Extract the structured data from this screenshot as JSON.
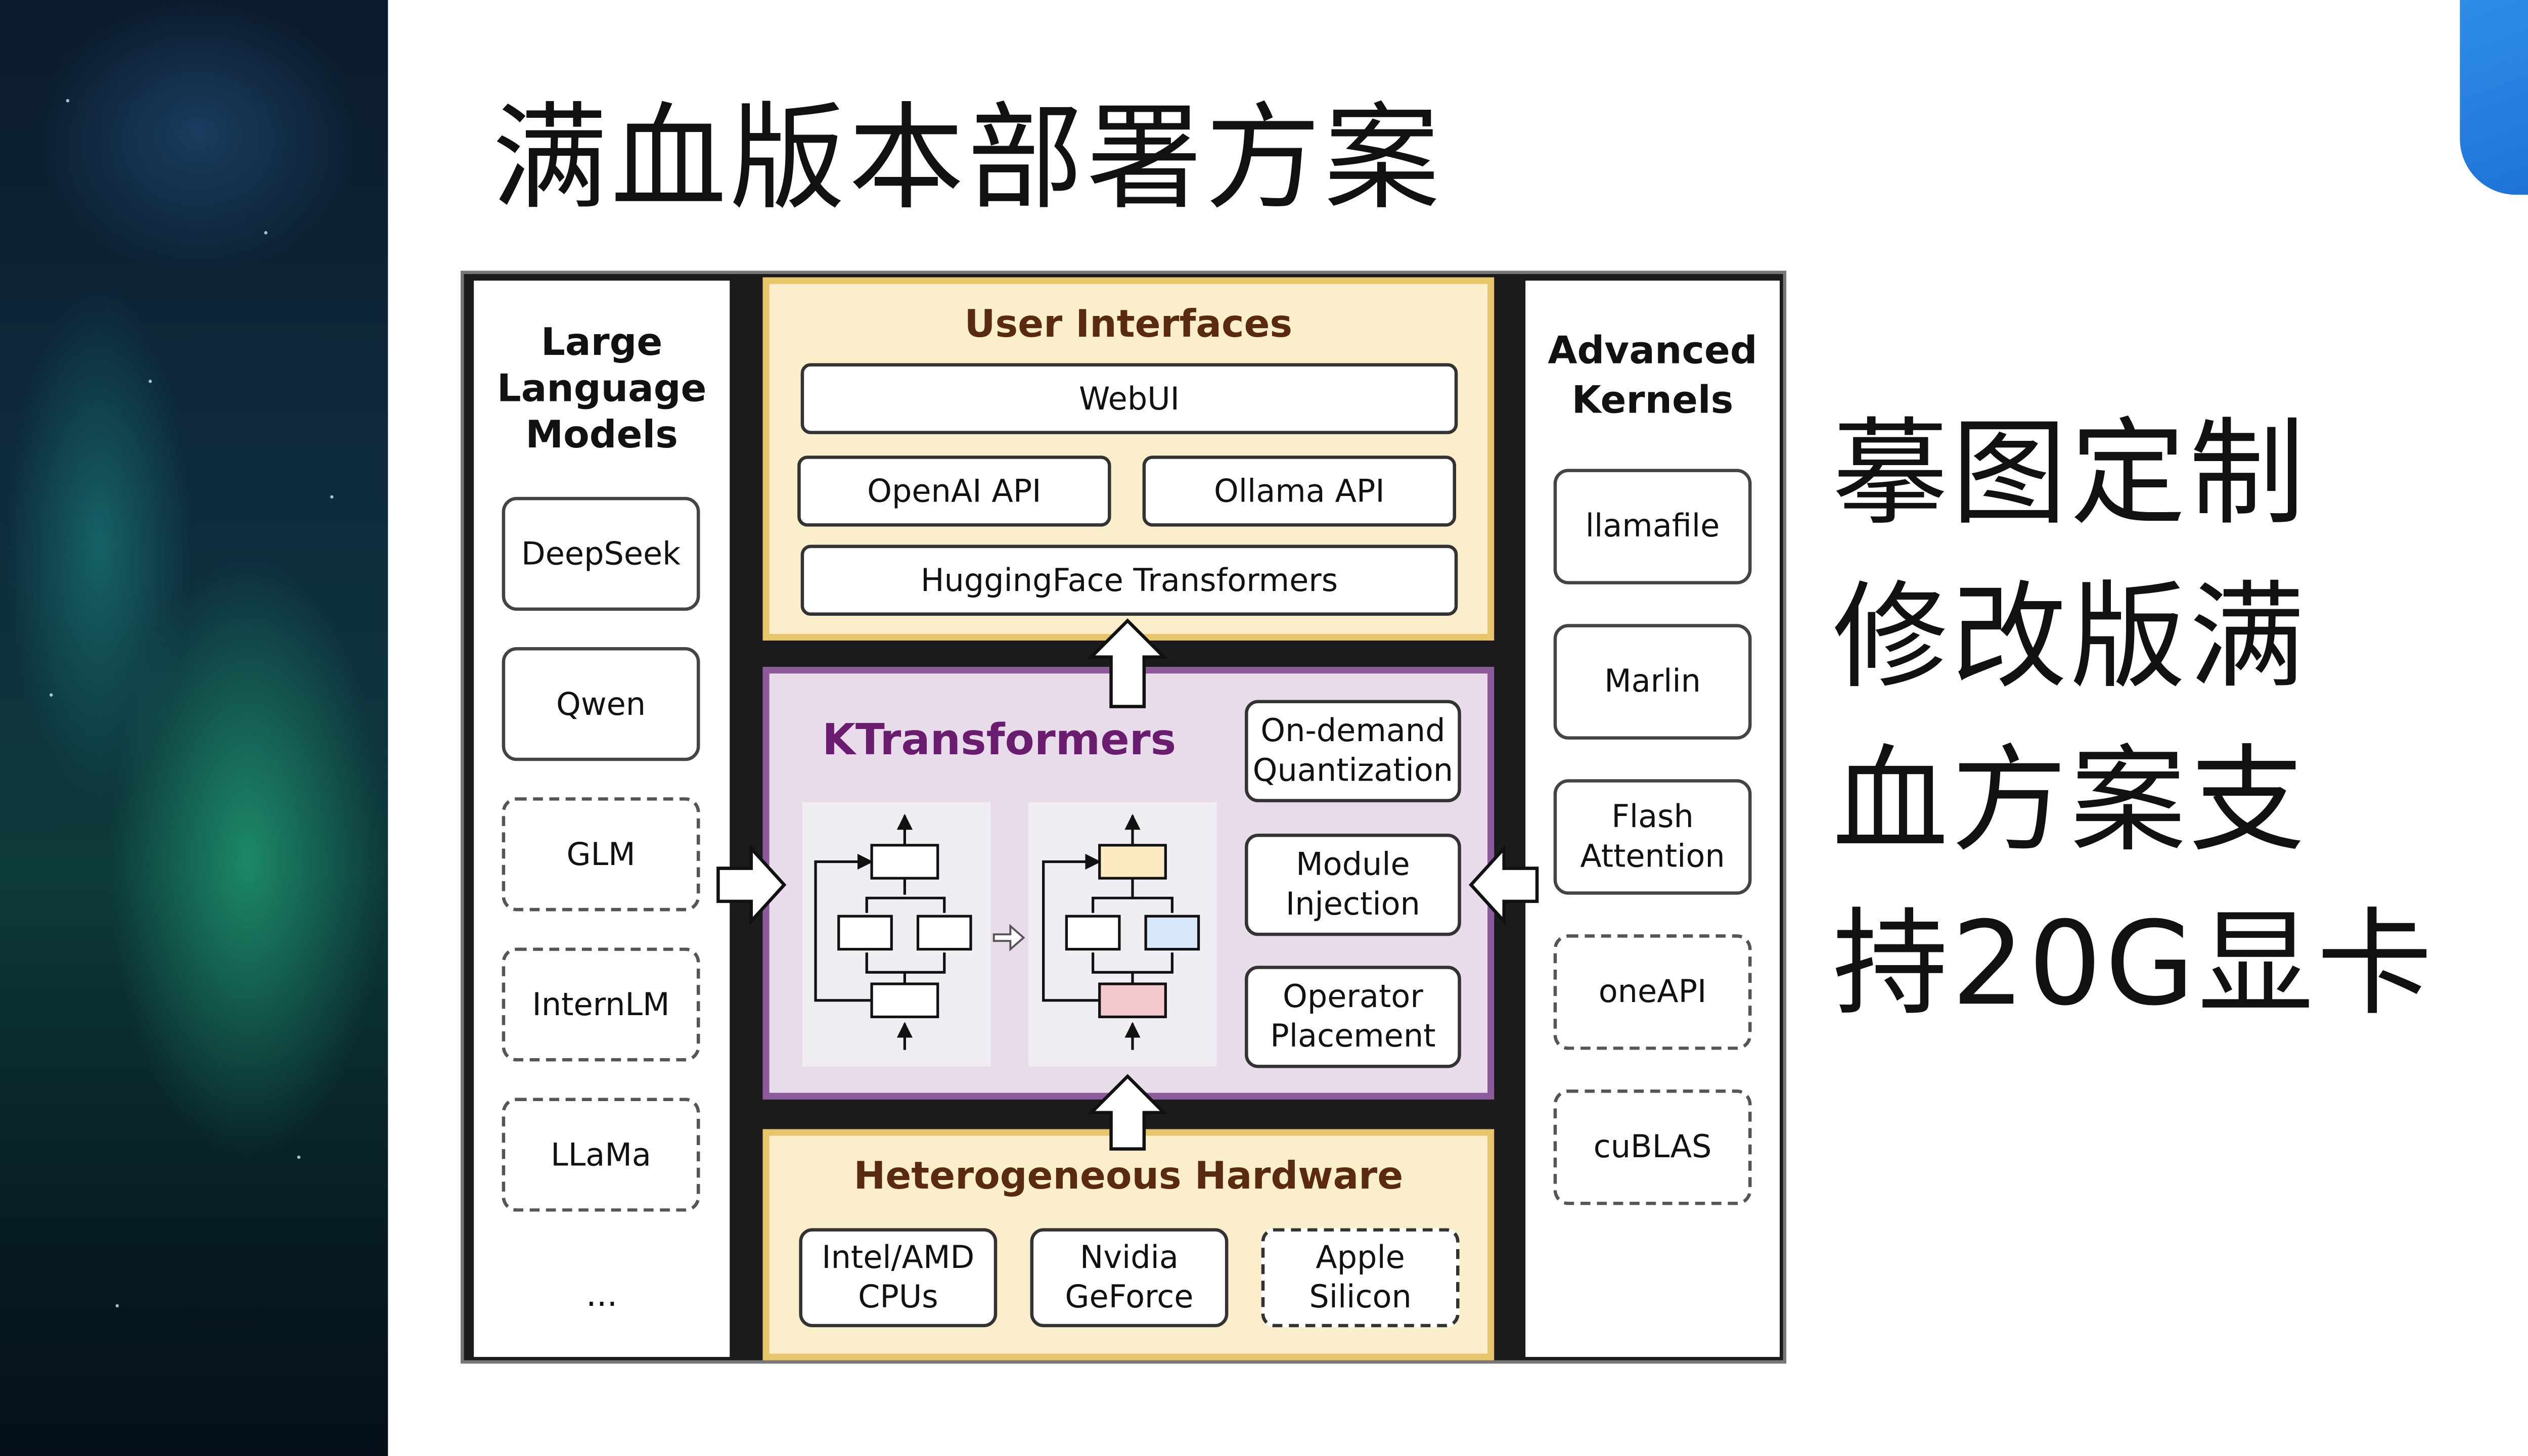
{
  "title": "满血版本部署方案",
  "side_text": "摹图定制\n修改版满\n血方案支\n持20G显卡",
  "colors": {
    "accent_blue": "#1d6fd6",
    "ui_panel_fill": "#fbefcb",
    "ui_panel_border": "#e7c56a",
    "kt_panel_fill": "#e8dceb",
    "kt_panel_border": "#8d5a9c",
    "kt_title": "#6a1c6f",
    "section_title": "#5a2a10"
  },
  "diagram": {
    "llm": {
      "heading": "Large\nLanguage\nModels",
      "items": [
        {
          "label": "DeepSeek",
          "style": "solid"
        },
        {
          "label": "Qwen",
          "style": "solid"
        },
        {
          "label": "GLM",
          "style": "dashed"
        },
        {
          "label": "InternLM",
          "style": "dashed"
        },
        {
          "label": "LLaMa",
          "style": "dashed"
        }
      ],
      "more": "..."
    },
    "kernels": {
      "heading": "Advanced\nKernels",
      "items": [
        {
          "label": "llamafile",
          "style": "solid"
        },
        {
          "label": "Marlin",
          "style": "solid"
        },
        {
          "label": "Flash\nAttention",
          "style": "solid"
        },
        {
          "label": "oneAPI",
          "style": "dashed"
        },
        {
          "label": "cuBLAS",
          "style": "dashed"
        }
      ]
    },
    "user_interfaces": {
      "title": "User Interfaces",
      "webui": "WebUI",
      "openai": "OpenAI API",
      "ollama": "Ollama API",
      "hf": "HuggingFace Transformers"
    },
    "ktransformers": {
      "title": "KTransformers",
      "features": [
        "On-demand\nQuantization",
        "Module\nInjection",
        "Operator\nPlacement"
      ],
      "graph_colors": {
        "yellow": "#fbeabf",
        "blue": "#d8e6fb",
        "red": "#f3c8cf"
      }
    },
    "hardware": {
      "title": "Heterogeneous Hardware",
      "items": [
        {
          "label": "Intel/AMD\nCPUs",
          "style": "solid"
        },
        {
          "label": "Nvidia\nGeForce",
          "style": "solid"
        },
        {
          "label": "Apple\nSilicon",
          "style": "dashed"
        }
      ]
    }
  }
}
